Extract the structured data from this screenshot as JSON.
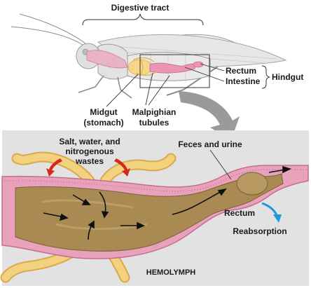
{
  "top": {
    "tract_label": "Digestive tract",
    "rectum_label": "Rectum",
    "intestine_label": "Intestine",
    "hindgut_label": "Hindgut",
    "midgut_line1": "Midgut",
    "midgut_line2": "(stomach)",
    "malpighian_line1": "Malpighian",
    "malpighian_line2": "tubules"
  },
  "detail": {
    "salt_line1": "Salt, water, and",
    "salt_line2": "nitrogenous",
    "salt_line3": "wastes",
    "feces_label": "Feces and urine",
    "rectum_label": "Rectum",
    "reabsorption_label": "Reabsorption",
    "hemolymph_label": "HEMOLYMPH"
  },
  "colors": {
    "gut_pink": "#e8a2bc",
    "gut_contents": "#a88a52",
    "tubule_yellow": "#f1cf78",
    "secretion_arrow": "#d8281e",
    "reabsorption_arrow": "#1f9ad6",
    "hemolymph_bg": "#e2e2e2",
    "pointer_gray": "#9a9a9a"
  }
}
